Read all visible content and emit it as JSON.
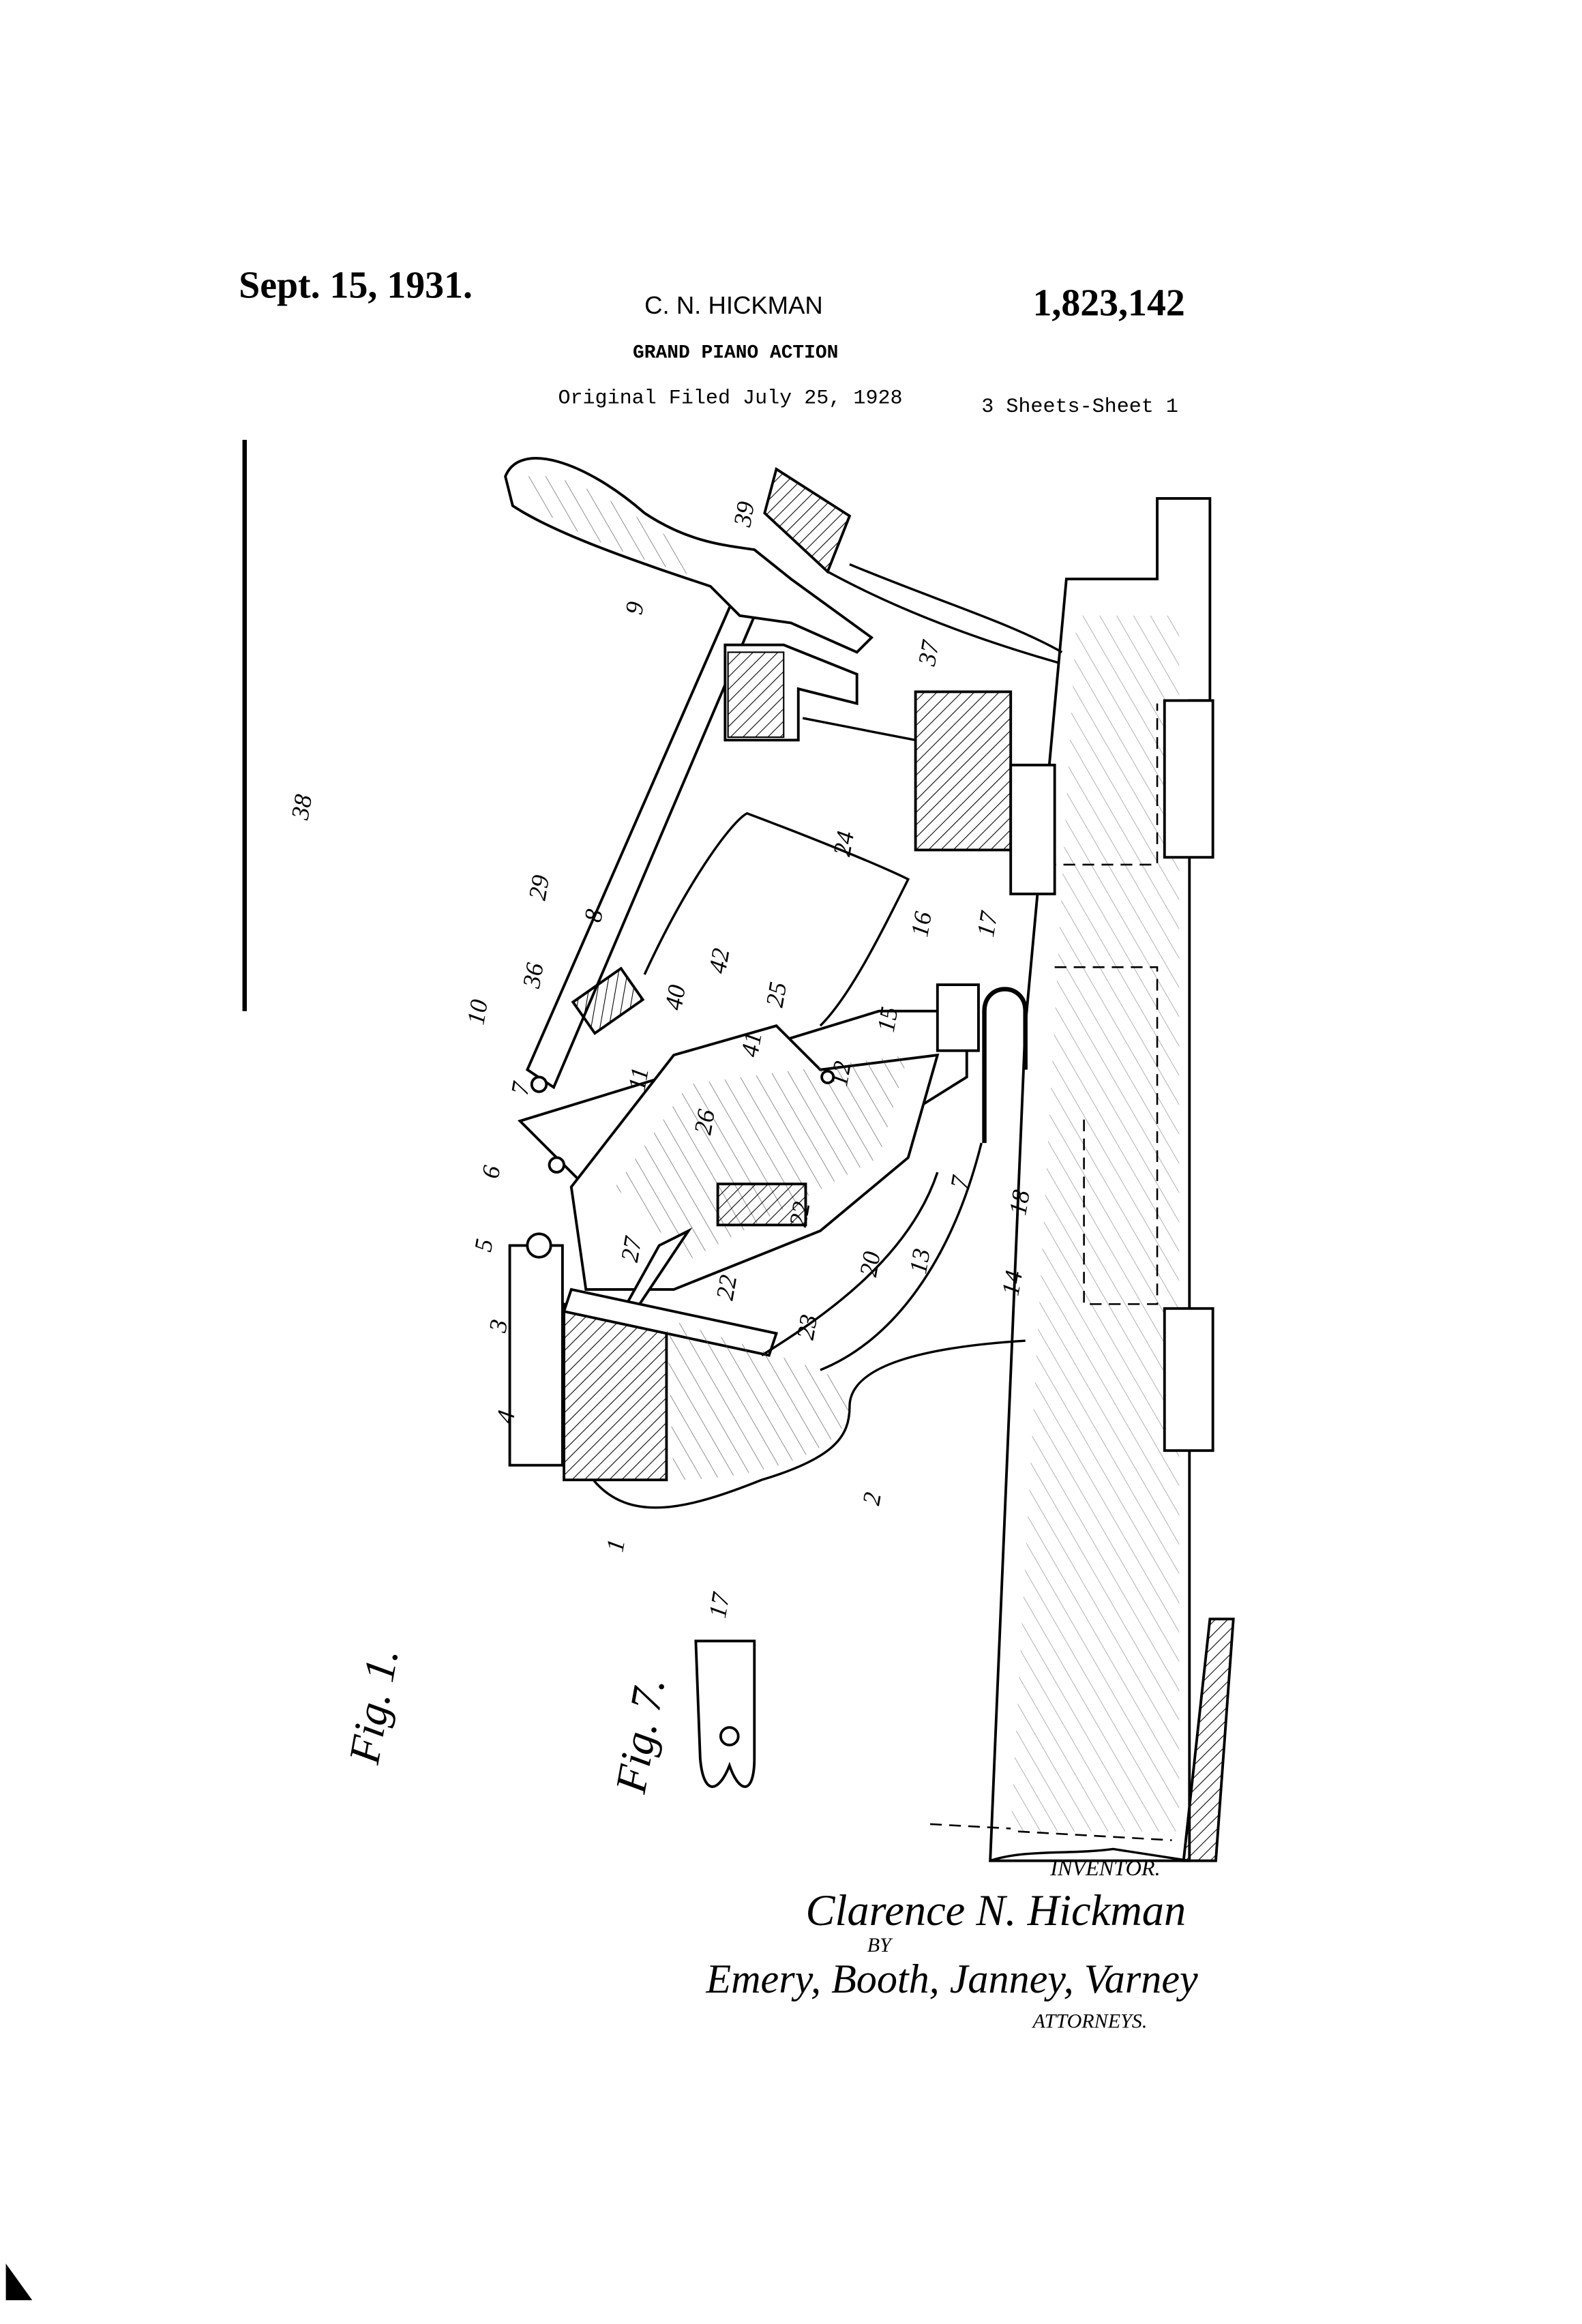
{
  "header": {
    "date": "Sept. 15, 1931.",
    "inventor_name": "C. N. HICKMAN",
    "patent_number": "1,823,142",
    "title": "GRAND PIANO ACTION",
    "filed": "Original Filed July 25, 1928",
    "sheets": "3 Sheets-Sheet 1"
  },
  "figures": {
    "fig1": "Fig. 1.",
    "fig7": "Fig. 7."
  },
  "labels": [
    "1",
    "2",
    "3",
    "4",
    "5",
    "6",
    "7",
    "10",
    "36",
    "29",
    "8",
    "40",
    "42",
    "41",
    "25",
    "12",
    "15",
    "16",
    "17",
    "24",
    "11",
    "26",
    "13",
    "7",
    "18",
    "20",
    "22",
    "27",
    "22",
    "23",
    "14",
    "9",
    "39",
    "37",
    "38",
    "17"
  ],
  "signature": {
    "inventor_caption": "INVENTOR.",
    "inventor_signature": "Clarence N. Hickman",
    "by": "BY",
    "attorneys_signature": "Emery, Booth, Janney, Varney",
    "attorneys_caption": "ATTORNEYS."
  }
}
